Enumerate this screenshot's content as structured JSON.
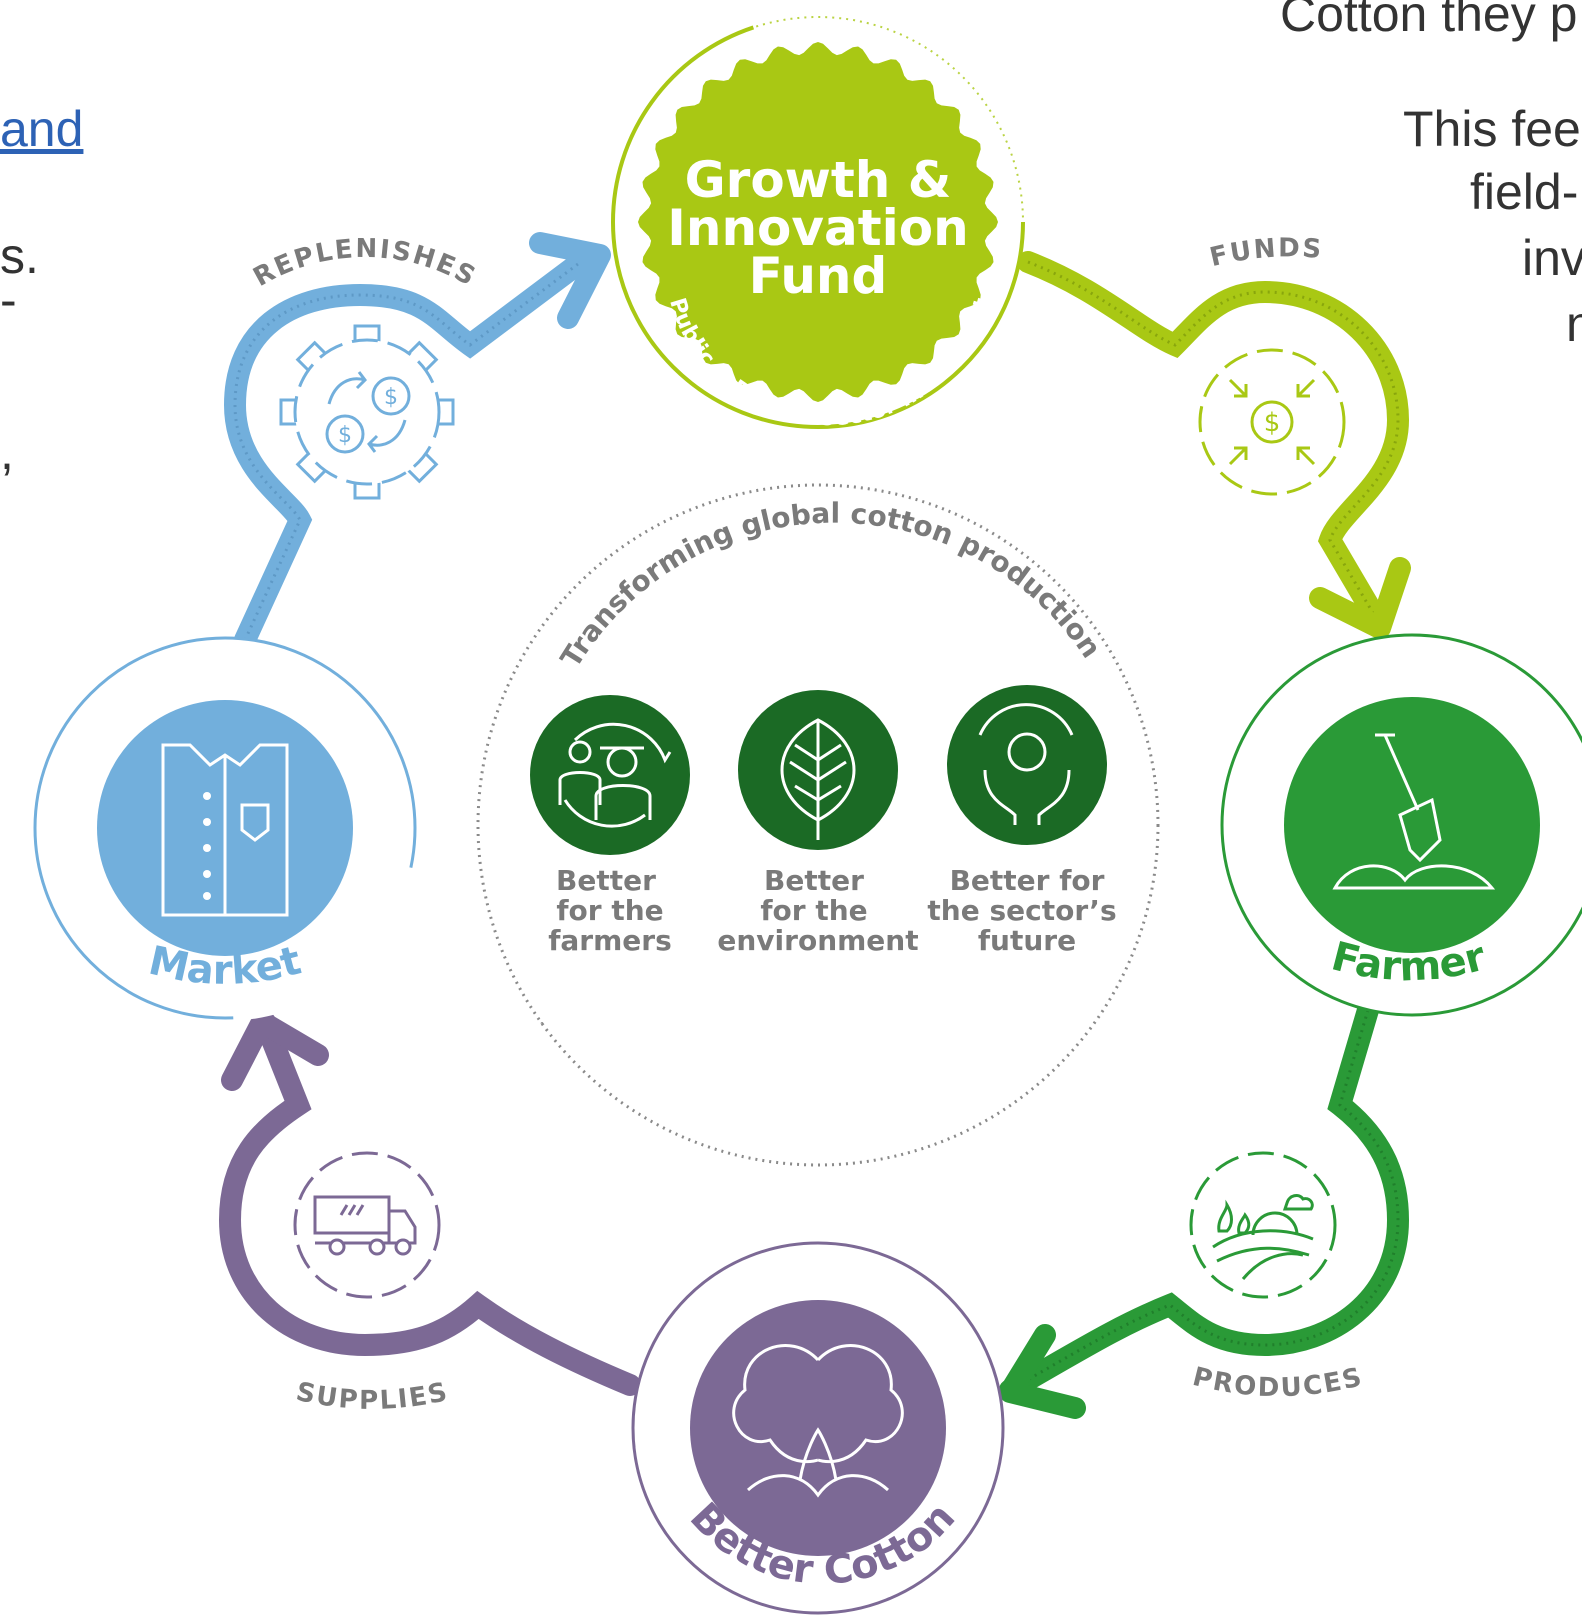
{
  "page_text": {
    "left_lines": [
      "and ",
      "s.",
      "-",
      ","
    ],
    "right_lines": [
      "Cotton they p",
      "This fee",
      "field-",
      "inv",
      "n"
    ]
  },
  "fund": {
    "title_lines": [
      "Growth &",
      "Innovation",
      "Fund"
    ],
    "subtitle": "Public & Private Sector Investment"
  },
  "center": {
    "arc_text": "Transforming global cotton production",
    "items": [
      {
        "icon": "farmers-cycle-icon",
        "lines": [
          "Better",
          "for the",
          "farmers"
        ]
      },
      {
        "icon": "leaf-icon",
        "lines": [
          "Better",
          "for the",
          "environment"
        ]
      },
      {
        "icon": "hands-cotton-icon",
        "lines": [
          "Better for",
          "the sector’s",
          "future"
        ]
      }
    ]
  },
  "nodes": {
    "market": "Market",
    "farmer": "Farmer",
    "better_cotton": "Better Cotton"
  },
  "flows": {
    "replenishes": "REPLENISHES",
    "funds": "FUNDS",
    "produces": "PRODUCES",
    "supplies": "SUPPLIES"
  },
  "colors": {
    "lime": "#a9c814",
    "green": "#2a9a37",
    "dark_green": "#1b6a25",
    "blue": "#72afdc",
    "purple": "#7c6995",
    "gray_text": "#7a7a7a",
    "link": "#2d62b5"
  }
}
